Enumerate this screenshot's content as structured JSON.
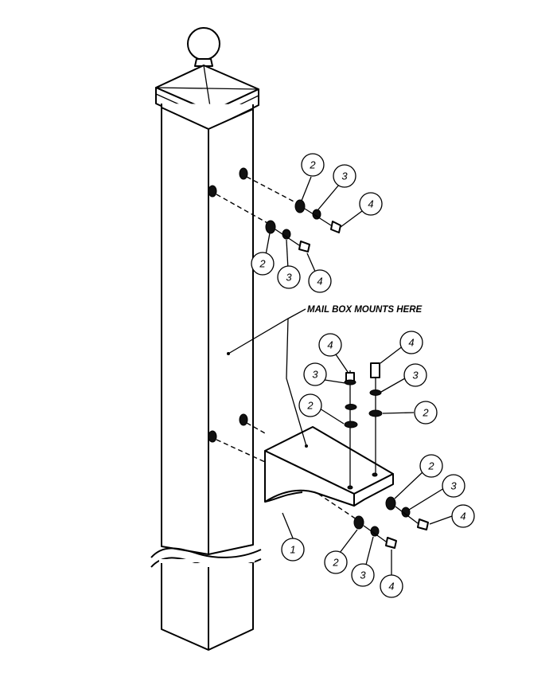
{
  "mount_note": "MAIL BOX MOUNTS HERE",
  "callouts": [
    {
      "id": "u1",
      "label": "2"
    },
    {
      "id": "u2",
      "label": "3"
    },
    {
      "id": "u3",
      "label": "4"
    },
    {
      "id": "u4",
      "label": "2"
    },
    {
      "id": "u5",
      "label": "3"
    },
    {
      "id": "u6",
      "label": "4"
    },
    {
      "id": "m1",
      "label": "4"
    },
    {
      "id": "m2",
      "label": "3"
    },
    {
      "id": "m3",
      "label": "2"
    },
    {
      "id": "m4",
      "label": "4"
    },
    {
      "id": "m5",
      "label": "3"
    },
    {
      "id": "m6",
      "label": "2"
    },
    {
      "id": "l1",
      "label": "2"
    },
    {
      "id": "l2",
      "label": "3"
    },
    {
      "id": "l3",
      "label": "4"
    },
    {
      "id": "l4",
      "label": "1"
    },
    {
      "id": "l5",
      "label": "2"
    },
    {
      "id": "l6",
      "label": "3"
    },
    {
      "id": "l7",
      "label": "4"
    }
  ]
}
